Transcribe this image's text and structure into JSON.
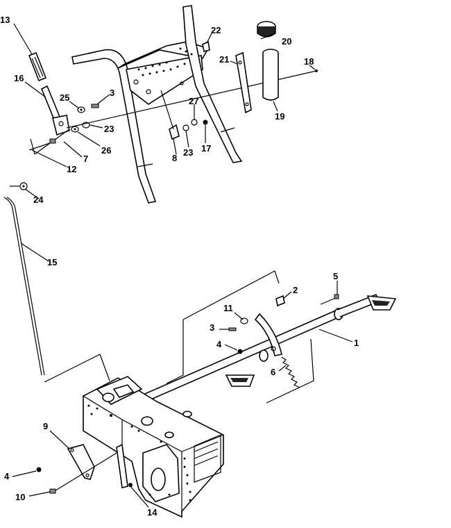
{
  "callouts": [
    {
      "id": "c13",
      "text": "13"
    },
    {
      "id": "c16",
      "text": "16"
    },
    {
      "id": "c25",
      "text": "25"
    },
    {
      "id": "c3a",
      "text": "3"
    },
    {
      "id": "c23a",
      "text": "23"
    },
    {
      "id": "c26",
      "text": "26"
    },
    {
      "id": "c7",
      "text": "7"
    },
    {
      "id": "c12",
      "text": "12"
    },
    {
      "id": "c22",
      "text": "22"
    },
    {
      "id": "c20",
      "text": "20"
    },
    {
      "id": "c21",
      "text": "21"
    },
    {
      "id": "c18",
      "text": "18"
    },
    {
      "id": "c19",
      "text": "19"
    },
    {
      "id": "c27",
      "text": "27"
    },
    {
      "id": "c23b",
      "text": "23"
    },
    {
      "id": "c17",
      "text": "17"
    },
    {
      "id": "c8",
      "text": "8"
    },
    {
      "id": "c24",
      "text": "24"
    },
    {
      "id": "c15",
      "text": "15"
    },
    {
      "id": "c5",
      "text": "5"
    },
    {
      "id": "c2",
      "text": "2"
    },
    {
      "id": "c11",
      "text": "11"
    },
    {
      "id": "c3b",
      "text": "3"
    },
    {
      "id": "c4a",
      "text": "4"
    },
    {
      "id": "c1",
      "text": "1"
    },
    {
      "id": "c6",
      "text": "6"
    },
    {
      "id": "c9",
      "text": "9"
    },
    {
      "id": "c4b",
      "text": "4"
    },
    {
      "id": "c10",
      "text": "10"
    },
    {
      "id": "c14",
      "text": "14"
    }
  ]
}
